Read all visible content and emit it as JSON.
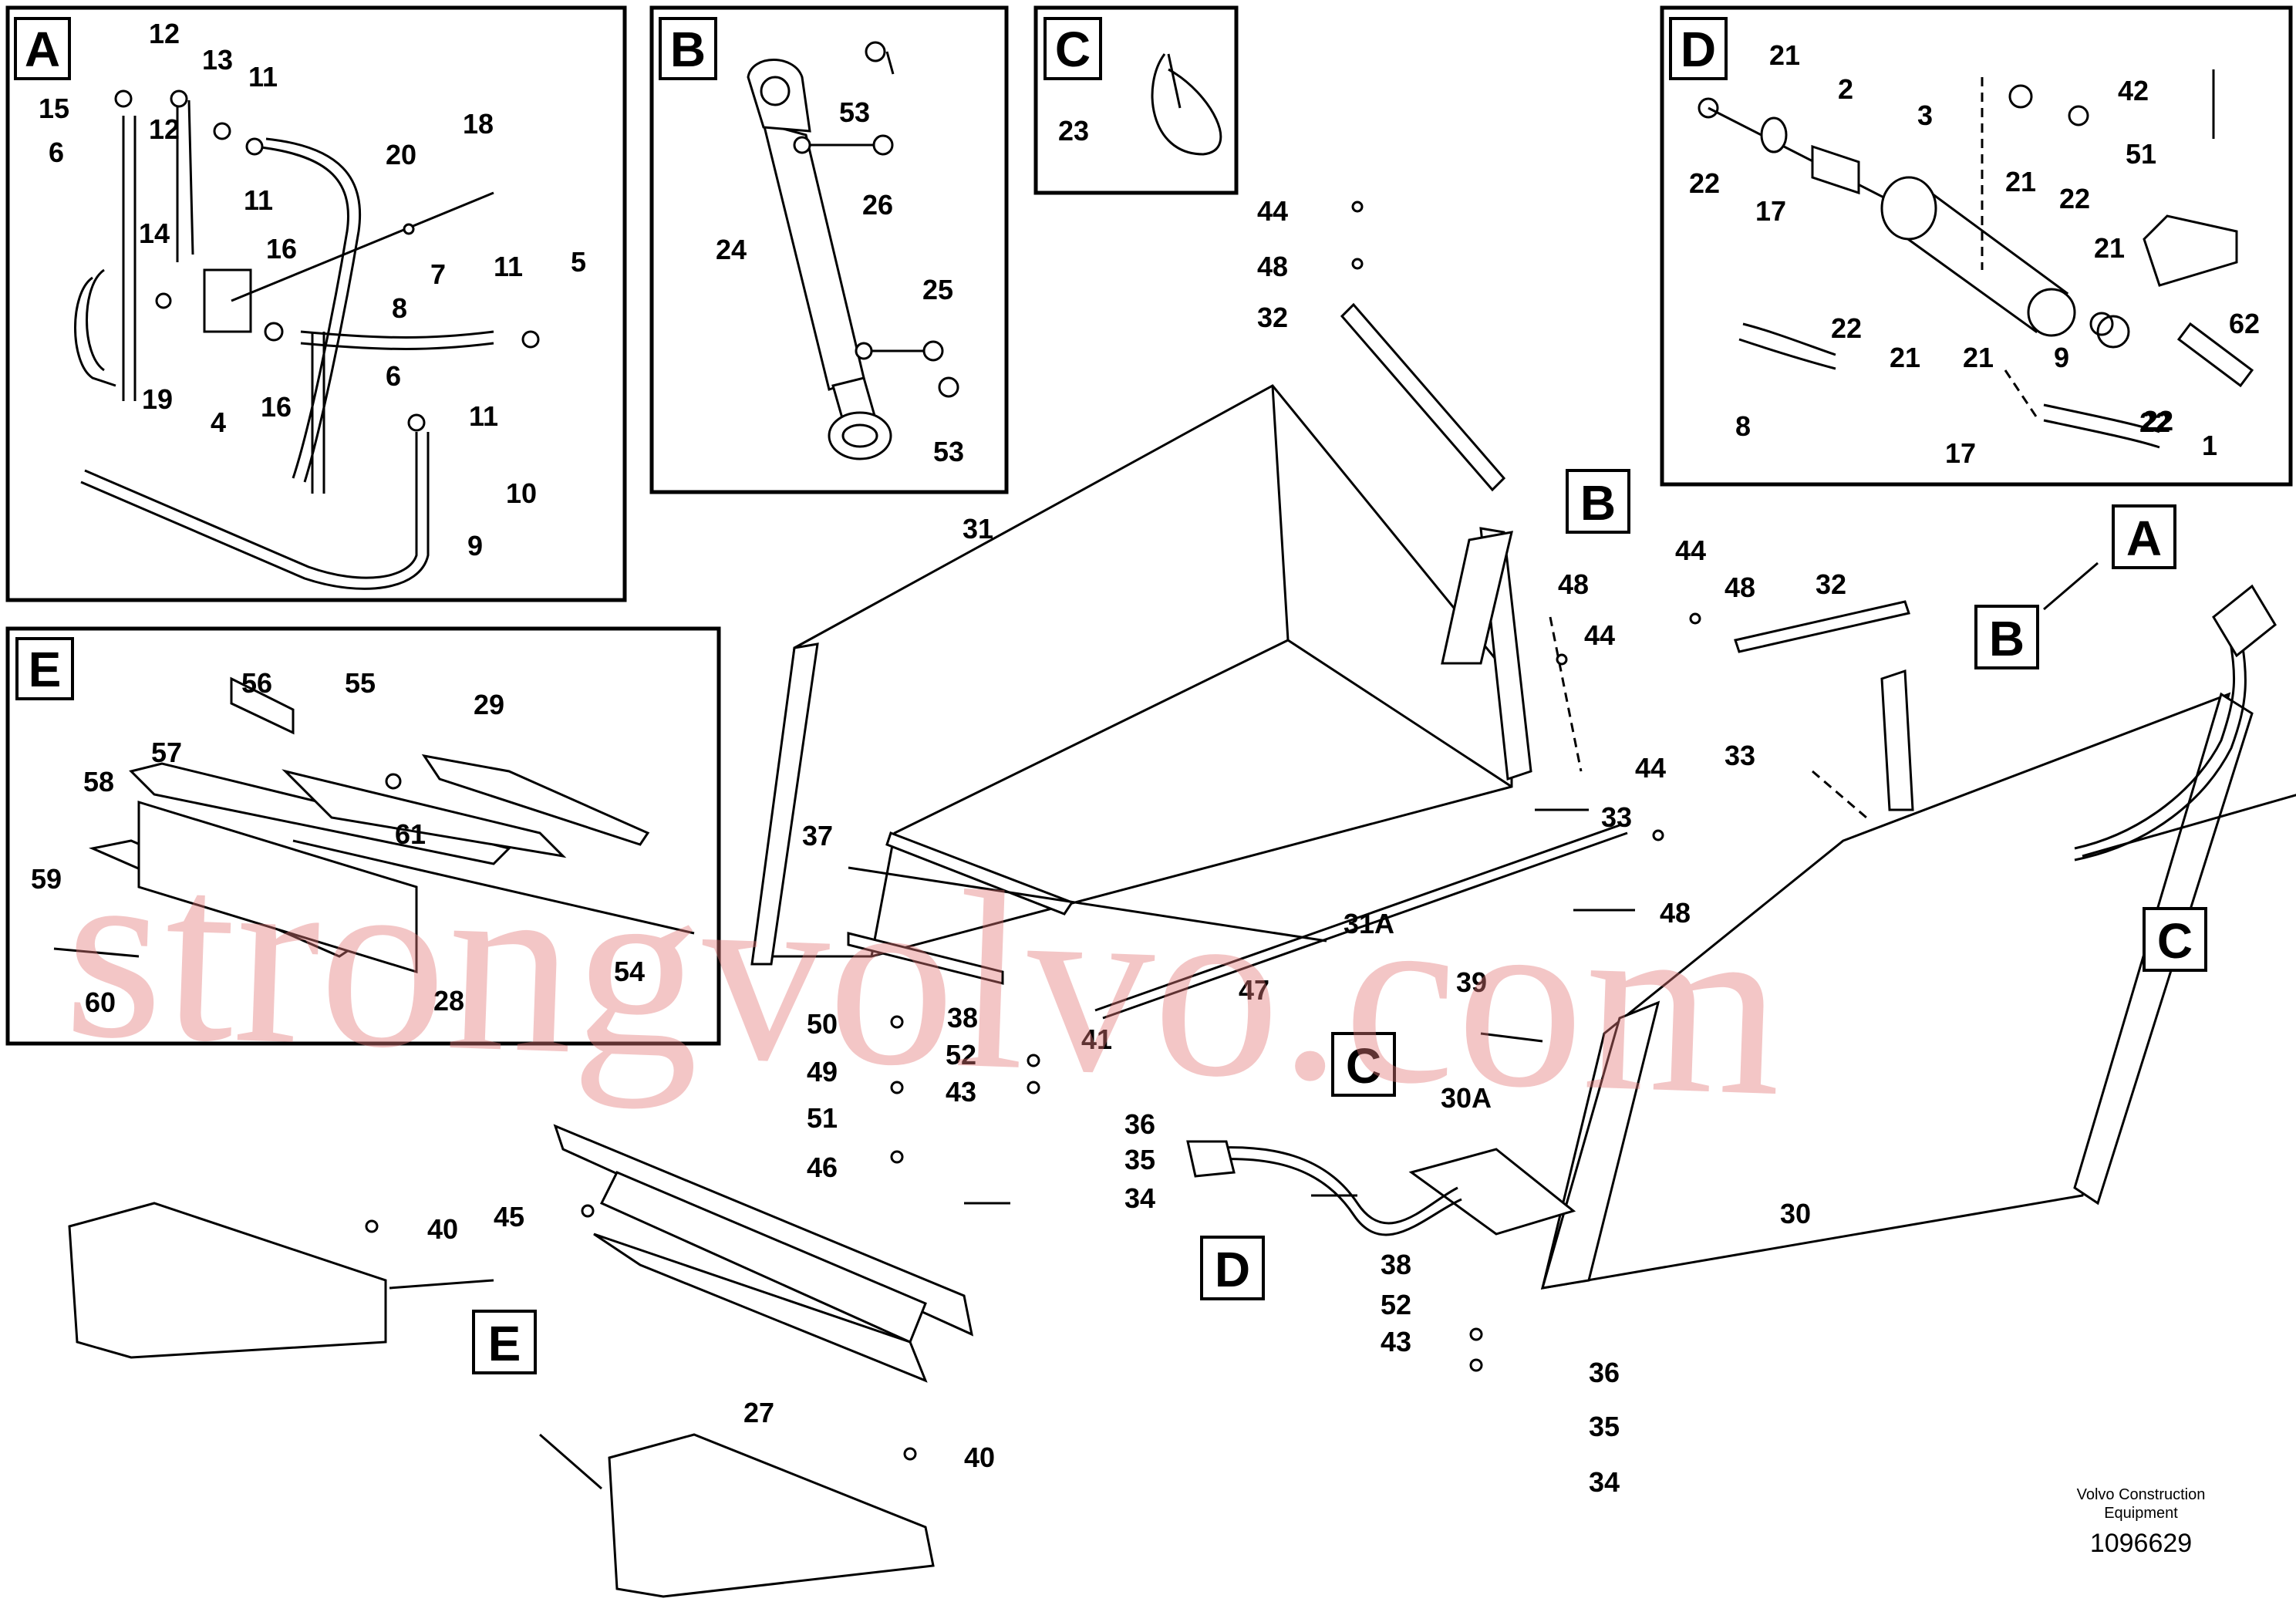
{
  "footer": {
    "brand_line1": "Volvo Construction",
    "brand_line2": "Equipment",
    "drawing_number": "1096629"
  },
  "watermark": "strongvolvo.com",
  "detail_tags": {
    "A": "A",
    "B": "B",
    "C": "C",
    "D": "D",
    "E": "E"
  },
  "callouts": {
    "A": [
      "15",
      "6",
      "12",
      "13",
      "11",
      "12",
      "11",
      "16",
      "14",
      "4",
      "19",
      "16",
      "6",
      "8",
      "7",
      "11",
      "5",
      "20",
      "18",
      "11",
      "10",
      "9"
    ],
    "B": [
      "53",
      "26",
      "24",
      "25",
      "53"
    ],
    "C": [
      "23"
    ],
    "D": [
      "21",
      "2",
      "3",
      "21",
      "22",
      "22",
      "42",
      "51",
      "17",
      "21",
      "21",
      "22",
      "21",
      "62",
      "9",
      "8",
      "17",
      "22",
      "1",
      "22"
    ],
    "E": [
      "56",
      "55",
      "29",
      "57",
      "58",
      "61",
      "59",
      "60",
      "28",
      "54"
    ],
    "main": [
      "44",
      "48",
      "32",
      "31",
      "37",
      "33",
      "31A",
      "47",
      "39",
      "44",
      "48",
      "32",
      "48",
      "44",
      "44",
      "33",
      "48",
      "30",
      "50",
      "49",
      "51",
      "46",
      "38",
      "52",
      "43",
      "41",
      "36",
      "35",
      "34",
      "30A",
      "38",
      "52",
      "43",
      "36",
      "35",
      "34",
      "40",
      "45",
      "27",
      "40"
    ]
  }
}
